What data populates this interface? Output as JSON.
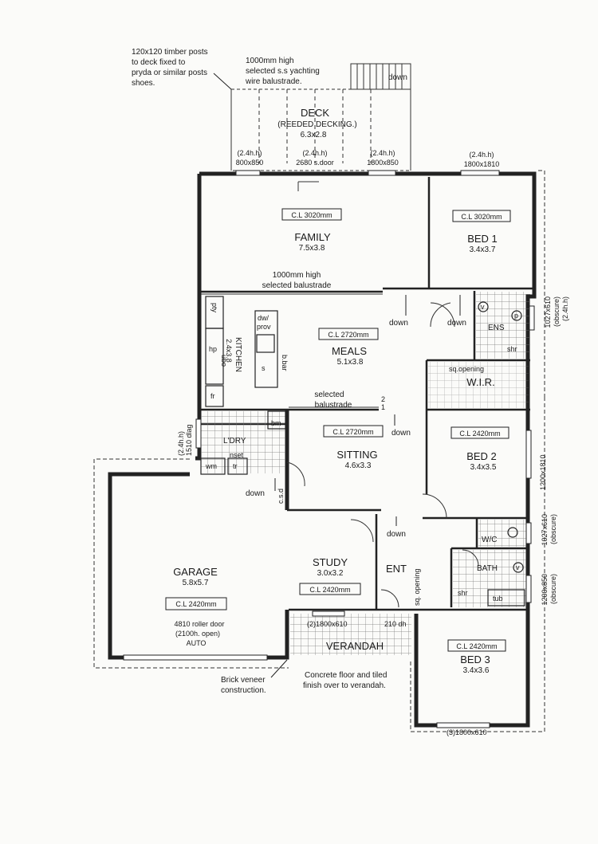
{
  "notes": {
    "posts": [
      "120x120 timber posts",
      "to deck fixed to",
      "pryda or similar posts",
      "shoes."
    ],
    "balustrade_deck": [
      "1000mm high",
      "selected s.s yachting",
      "wire balustrade."
    ],
    "brick": [
      "Brick veneer",
      "construction."
    ],
    "concrete": [
      "Concrete floor and tiled",
      "finish over to verandah."
    ],
    "balustrade_family": [
      "1000mm high",
      "selected balustrade"
    ],
    "balustrade_meals": [
      "selected",
      "balustrade"
    ],
    "sq_opening": "sq.opening",
    "sg_opening": "sq. opening",
    "csd": "c.s.d"
  },
  "rooms": {
    "deck": {
      "name": "DECK",
      "sub": "(REEDED DECKING.)",
      "size": "6.3x2.8"
    },
    "family": {
      "name": "FAMILY",
      "size": "7.5x3.8",
      "cl": "C.L 3020mm"
    },
    "bed1": {
      "name": "BED 1",
      "size": "3.4x3.7",
      "cl": "C.L 3020mm"
    },
    "kitchen": {
      "name": "KITCHEN",
      "size": "2.4x3.8"
    },
    "meals": {
      "name": "MEALS",
      "size": "5.1x3.8",
      "cl": "C.L 2720mm"
    },
    "ens": {
      "name": "ENS"
    },
    "wir": {
      "name": "W.I.R."
    },
    "laundry": {
      "name": "L'DRY"
    },
    "sitting": {
      "name": "SITTING",
      "size": "4.6x3.3",
      "cl": "C.L 2720mm"
    },
    "bed2": {
      "name": "BED 2",
      "size": "3.4x3.5",
      "cl": "C.L 2420mm"
    },
    "garage": {
      "name": "GARAGE",
      "size": "5.8x5.7",
      "cl": "C.L 2420mm"
    },
    "study": {
      "name": "STUDY",
      "size": "3.0x3.2",
      "cl": "C.L 2420mm"
    },
    "entry": {
      "name": "ENT"
    },
    "wc": {
      "name": "W/C"
    },
    "bath": {
      "name": "BATH"
    },
    "verandah": {
      "name": "VERANDAH"
    },
    "bed3": {
      "name": "BED 3",
      "size": "3.4x3.6",
      "cl": "C.L 2420mm"
    }
  },
  "windows": {
    "deck_left": [
      "(2.4h.h)",
      "800x850"
    ],
    "deck_door": [
      "(2.4h.h)",
      "2680 s.door"
    ],
    "deck_right": [
      "(2.4h.h)",
      "1800x850"
    ],
    "bed1_top": [
      "(2.4h.h)",
      "1800x1810"
    ],
    "ens_side": [
      "1027x610",
      "(obscure)",
      "(2.4h.h)"
    ],
    "bed2_side": "1200x1810",
    "wc_side": [
      "1027x610",
      "(obscure)"
    ],
    "bath_side": [
      "1200x850",
      "(obscure)"
    ],
    "laundry": [
      "(2.4h.h)",
      "1510 dlag"
    ],
    "study": "(2)1800x610",
    "entry_door": "210 dh",
    "bed3_bottom": "(3)1800x610",
    "garage_door": [
      "4810 roller door",
      "(2100h. open)",
      "AUTO"
    ]
  },
  "fixtures": {
    "pty": "pty",
    "dw_prov": [
      "dw/",
      "prov"
    ],
    "hp": "hp",
    "ubo": "ubo",
    "s": "s",
    "bbar": "b.bar",
    "fr": "fr",
    "bm": "bm",
    "wm": "wm",
    "tr": "tr",
    "nset": "nset",
    "shr": "shr",
    "tub": "tub",
    "v": "v",
    "p": "p"
  },
  "arrows": {
    "down": "down"
  },
  "stair_steps": [
    "2",
    "1"
  ]
}
